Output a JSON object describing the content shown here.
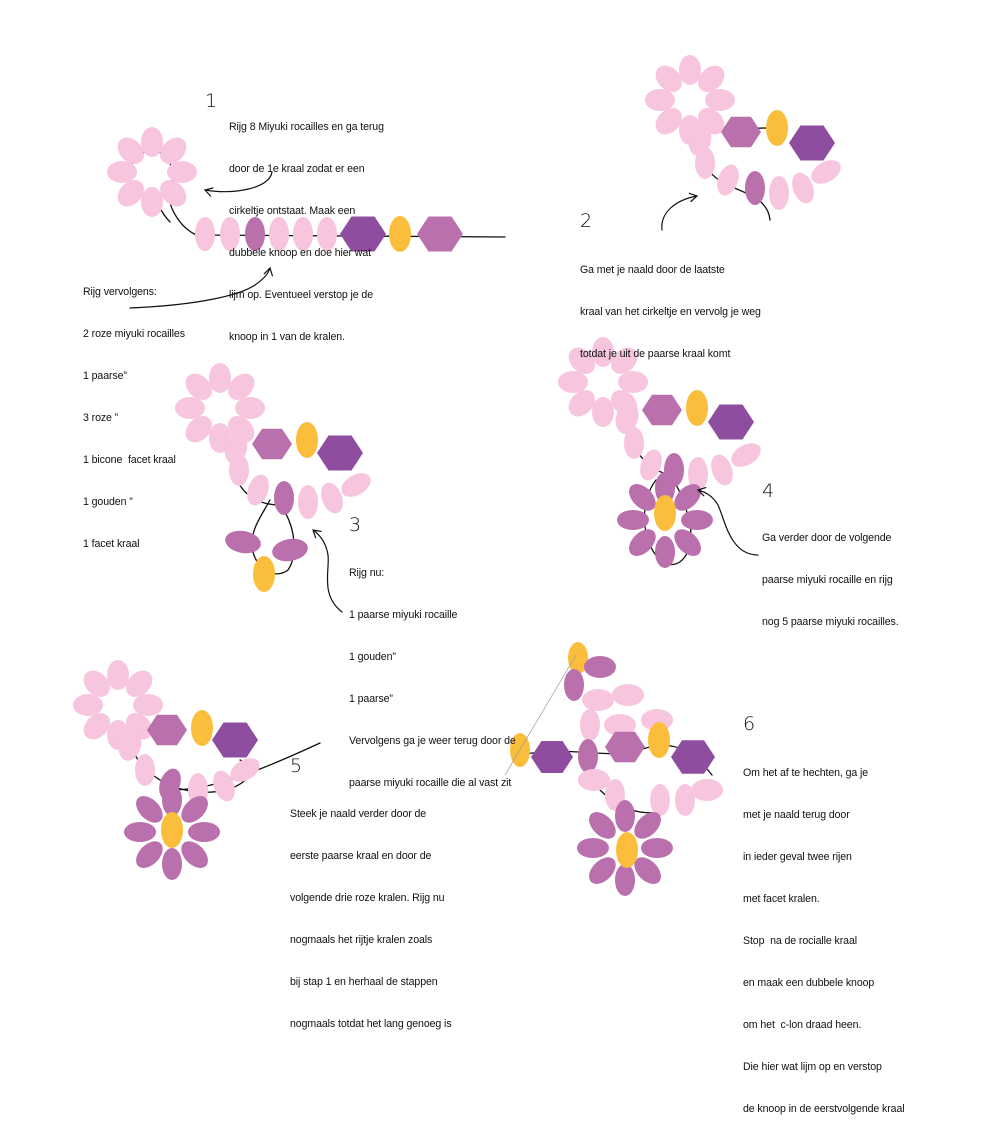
{
  "colors": {
    "pink": "#f7c5de",
    "mauve": "#bb70ae",
    "purple": "#8e4d9e",
    "gold": "#fbbd3c",
    "thread": "#111111"
  },
  "steps": [
    {
      "number": "1",
      "lines": [
        "Rijg 8 Miyuki rocailles en ga terug",
        "door de 1e kraal zodat er een",
        "cirkeltje ontstaat. Maak een",
        "dubbele knoop en doe hier wat",
        "lijm op. Eventueel verstop je de",
        "knoop in 1 van de kralen."
      ]
    },
    {
      "number": "",
      "lines": [
        "Rijg vervolgens:",
        "2 roze miyuki rocailles",
        "1 paarse”",
        "3 roze ”",
        "1 bicone  facet kraal",
        "1 gouden ”",
        "1 facet kraal"
      ]
    },
    {
      "number": "2",
      "lines": [
        "Ga met je naald door de laatste",
        "kraal van het cirkeltje en vervolg je weg",
        "totdat je uit de paarse kraal komt"
      ]
    },
    {
      "number": "3",
      "lines": [
        "Rijg nu:",
        "1 paarse miyuki rocaille",
        "1 gouden”",
        "1 paarse”",
        "Vervolgens ga je weer terug door de",
        "paarse miyuki rocaille die al vast zit"
      ]
    },
    {
      "number": "4",
      "lines": [
        "Ga verder door de volgende",
        "paarse miyuki rocaille en rijg",
        "nog 5 paarse miyuki rocailles."
      ]
    },
    {
      "number": "5",
      "lines": [
        "Steek je naald verder door de",
        "eerste paarse kraal en door de",
        "volgende drie roze kralen. Rijg nu",
        "nogmaals het rijtje kralen zoals",
        "bij stap 1 en herhaal de stappen",
        "nogmaals totdat het lang genoeg is"
      ]
    },
    {
      "number": "6",
      "lines": [
        "Om het af te hechten, ga je",
        "met je naald terug door",
        "in ieder geval twee rijen",
        "met facet kralen.",
        "Stop  na de rocialle kraal",
        "en maak een dubbele knoop",
        "om het  c-lon draad heen.",
        "Die hier wat lijm op en verstop",
        "de knoop in de eerstvolgende kraal"
      ]
    }
  ]
}
